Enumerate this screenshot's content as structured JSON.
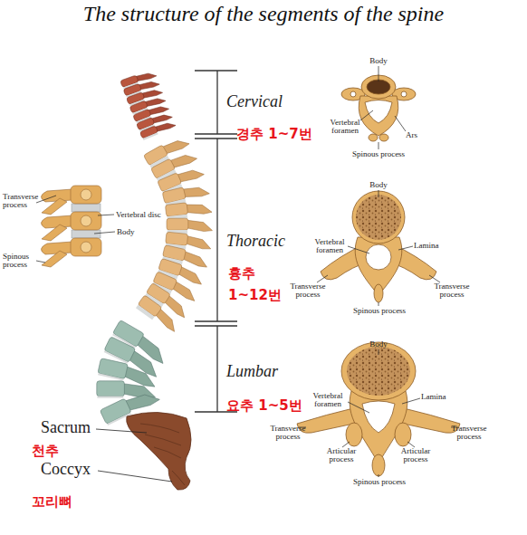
{
  "diagram": {
    "title": "The structure of the segments of the spine",
    "labels": [
      "Cervical",
      "경추 1~7번",
      "Body",
      "Vertebral foramen",
      "Ars",
      "Spinous process",
      "Transverse process",
      "Vertebral disc",
      "Body",
      "Spinous process",
      "Thoracic",
      "흉추 1~12번",
      "Body",
      "Vertebral foramen",
      "Lamina",
      "Transverse process",
      "Transverse process",
      "Spinous process",
      "Lumbar",
      "요추 1~5번",
      "Body",
      "Vertebral foramen",
      "Lamina",
      "Transverse process",
      "Transverse process",
      "Articular process",
      "Articular process",
      "Spinous process",
      "Sacrum",
      "천추",
      "Coccyx",
      "꼬리뼈"
    ]
  }
}
